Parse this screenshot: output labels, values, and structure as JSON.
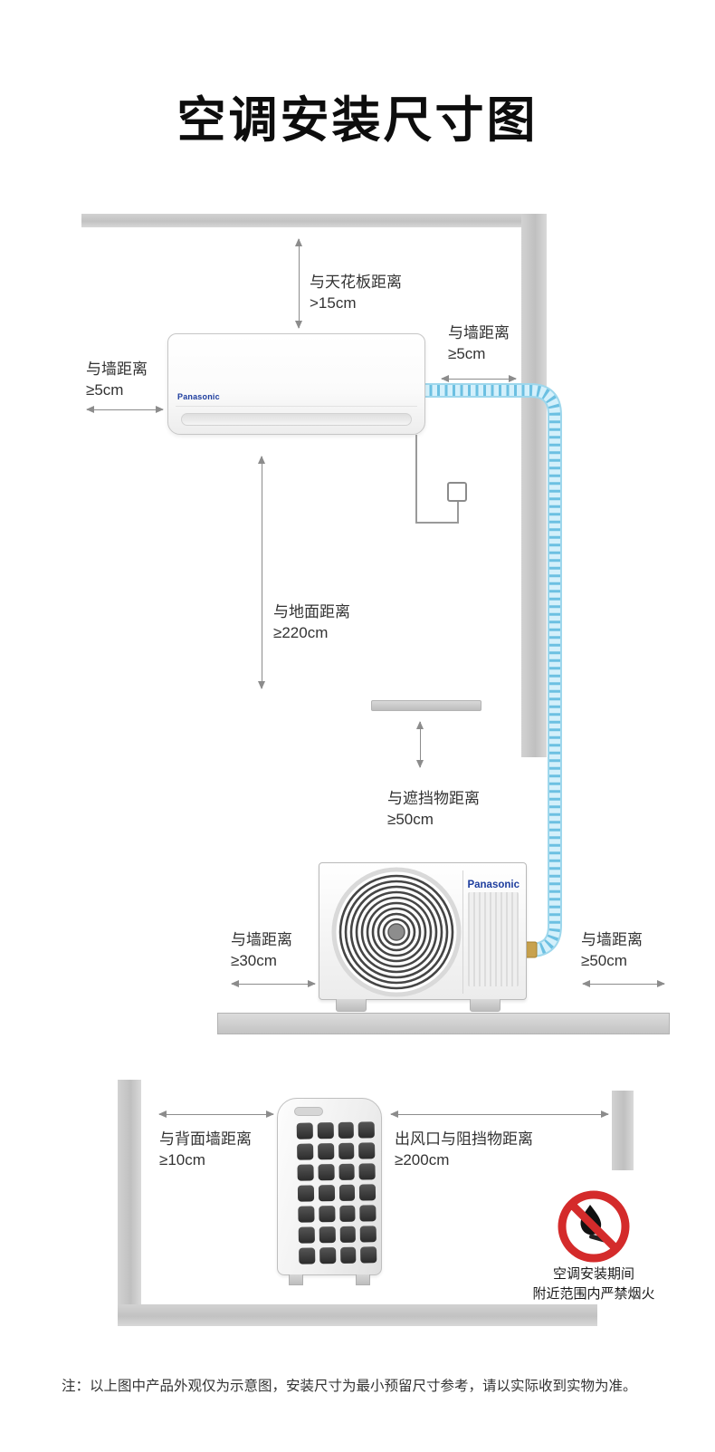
{
  "page": {
    "title": "空调安装尺寸图",
    "footer_note": "注：以上图中产品外观仅为示意图，安装尺寸为最小预留尺寸参考，请以实际收到实物为准。"
  },
  "brand": {
    "indoor_logo": "Panasonic",
    "outdoor_logo": "Panasonic"
  },
  "clearances": {
    "ceiling": {
      "name": "与天花板距离",
      "value": ">15cm"
    },
    "indoor_left_wall": {
      "name": "与墙距离",
      "value": "≥5cm"
    },
    "indoor_right_wall": {
      "name": "与墙距离",
      "value": "≥5cm"
    },
    "floor": {
      "name": "与地面距离",
      "value": "≥220cm"
    },
    "obstruction": {
      "name": "与遮挡物距离",
      "value": "≥50cm"
    },
    "outdoor_left_wall": {
      "name": "与墙距离",
      "value": "≥30cm"
    },
    "outdoor_right_wall": {
      "name": "与墙距离",
      "value": "≥50cm"
    },
    "back_wall": {
      "name": "与背面墙距离",
      "value": "≥10cm"
    },
    "air_outlet": {
      "name": "出风口与阻挡物距离",
      "value": "≥200cm"
    }
  },
  "warning": {
    "line1": "空调安装期间",
    "line2": "附近范围内严禁烟火"
  },
  "colors": {
    "pipe_blue": "#6cc0e2",
    "warning_red": "#d42b2b",
    "brand_blue": "#1d3d9e",
    "wall_gray": "#c9c9c9"
  }
}
